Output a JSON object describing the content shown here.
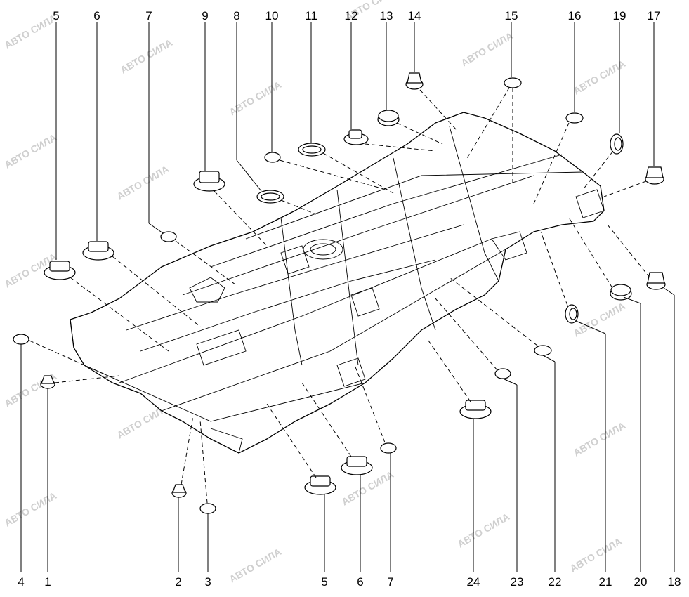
{
  "watermark": "АВТО СИЛА",
  "top_labels": [
    {
      "id": "t5",
      "text": "5"
    },
    {
      "id": "t6",
      "text": "6"
    },
    {
      "id": "t7",
      "text": "7"
    },
    {
      "id": "t9",
      "text": "9"
    },
    {
      "id": "t8",
      "text": "8"
    },
    {
      "id": "t10",
      "text": "10"
    },
    {
      "id": "t11",
      "text": "11"
    },
    {
      "id": "t12",
      "text": "12"
    },
    {
      "id": "t13",
      "text": "13"
    },
    {
      "id": "t14",
      "text": "14"
    },
    {
      "id": "t15",
      "text": "15"
    },
    {
      "id": "t16",
      "text": "16"
    },
    {
      "id": "t19",
      "text": "19"
    },
    {
      "id": "t17",
      "text": "17"
    }
  ],
  "bottom_labels": [
    {
      "id": "b4",
      "text": "4"
    },
    {
      "id": "b1",
      "text": "1"
    },
    {
      "id": "b2",
      "text": "2"
    },
    {
      "id": "b3",
      "text": "3"
    },
    {
      "id": "b5",
      "text": "5"
    },
    {
      "id": "b6",
      "text": "6"
    },
    {
      "id": "b7",
      "text": "7"
    },
    {
      "id": "b24",
      "text": "24"
    },
    {
      "id": "b23",
      "text": "23"
    },
    {
      "id": "b22",
      "text": "22"
    },
    {
      "id": "b21",
      "text": "21"
    },
    {
      "id": "b20",
      "text": "20"
    },
    {
      "id": "b18",
      "text": "18"
    }
  ]
}
